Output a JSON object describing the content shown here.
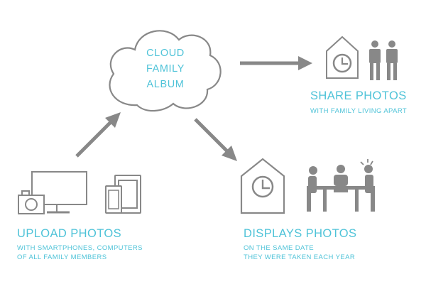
{
  "colors": {
    "accent": "#4fc3d8",
    "icon": "#888888",
    "arrow": "#888888"
  },
  "cloud": {
    "line1": "CLOUD",
    "line2": "FAMILY",
    "line3": "ALBUM"
  },
  "share": {
    "title": "SHARE PHOTOS",
    "subtitle": "WITH FAMILY LIVING APART"
  },
  "upload": {
    "title": "UPLOAD PHOTOS",
    "subtitle_line1": "WITH SMARTPHONES, COMPUTERS",
    "subtitle_line2": "OF ALL FAMILY MEMBERS"
  },
  "display": {
    "title": "DISPLAYS PHOTOS",
    "subtitle_line1": "ON THE SAME DATE",
    "subtitle_line2": "THEY WERE TAKEN EACH YEAR"
  },
  "icons": [
    "cloud-icon",
    "house-clock-icon",
    "family-icon",
    "camera-icon",
    "monitor-icon",
    "tablet-icon",
    "phone-icon",
    "family-table-icon"
  ]
}
